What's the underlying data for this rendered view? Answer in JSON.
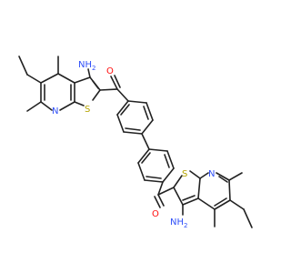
{
  "molecule": {
    "atom_labels": {
      "amine_top": "NH",
      "amine_top_sub": "2",
      "carbonyl_oxygen_top": "O",
      "thiophene_sulfur_top": "S",
      "pyridine_nitrogen_top": "N",
      "amine_bottom": "NH",
      "amine_bottom_sub": "2",
      "carbonyl_oxygen_bottom": "O",
      "thiophene_sulfur_bottom": "S",
      "pyridine_nitrogen_bottom": "N"
    },
    "colors": {
      "bond": "#222222",
      "nitrogen": "#3050f8",
      "oxygen": "#ff0d0d",
      "sulfur": "#b5a400"
    }
  }
}
